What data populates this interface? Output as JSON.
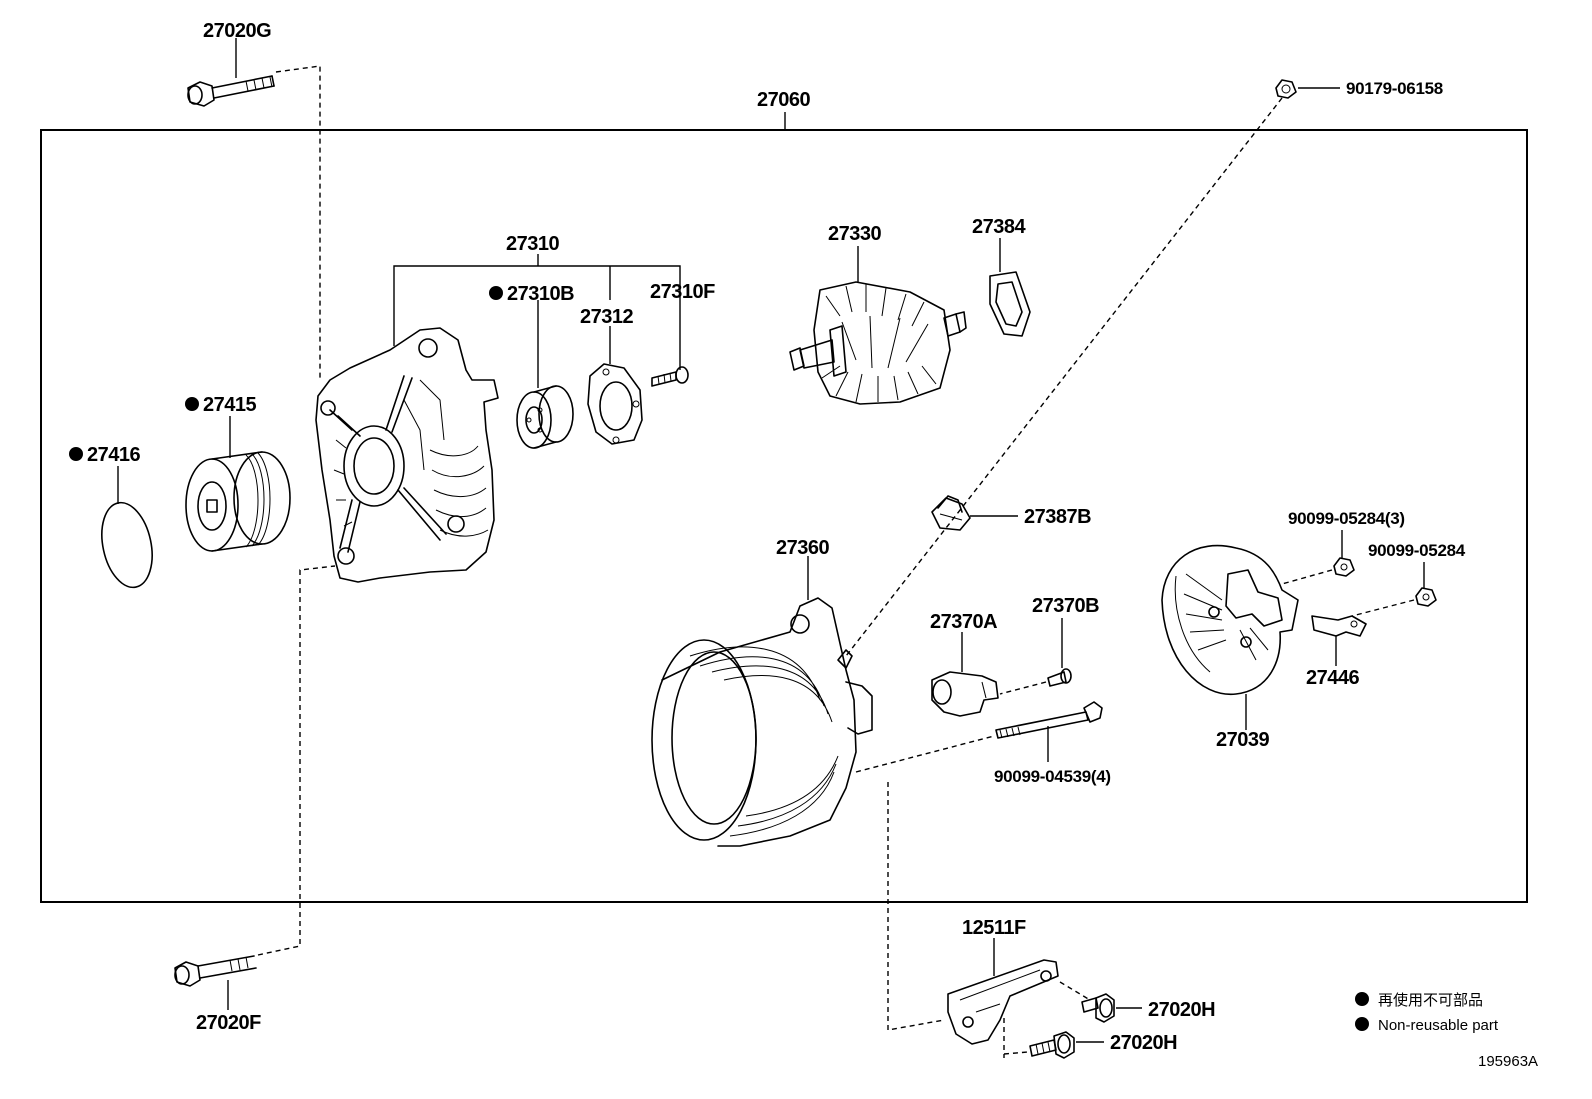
{
  "assembly": {
    "number": "27060"
  },
  "parts": {
    "p27020G": "27020G",
    "p27020F": "27020F",
    "p27416": "27416",
    "p27415": "27415",
    "p27310": "27310",
    "p27310B": "27310B",
    "p27312": "27312",
    "p27310F": "27310F",
    "p27330": "27330",
    "p27384": "27384",
    "p90179": "90179-06158",
    "p27387B": "27387B",
    "p27360": "27360",
    "p27370A": "27370A",
    "p27370B": "27370B",
    "p90099_04539": "90099-04539(4)",
    "p90099_05284_3": "90099-05284(3)",
    "p90099_05284": "90099-05284",
    "p27446": "27446",
    "p27039": "27039",
    "p12511F": "12511F",
    "p27020H_a": "27020H",
    "p27020H_b": "27020H"
  },
  "legend": {
    "jp": "再使用不可部品",
    "en": "Non-reusable part"
  },
  "drawing_code": "195963A"
}
